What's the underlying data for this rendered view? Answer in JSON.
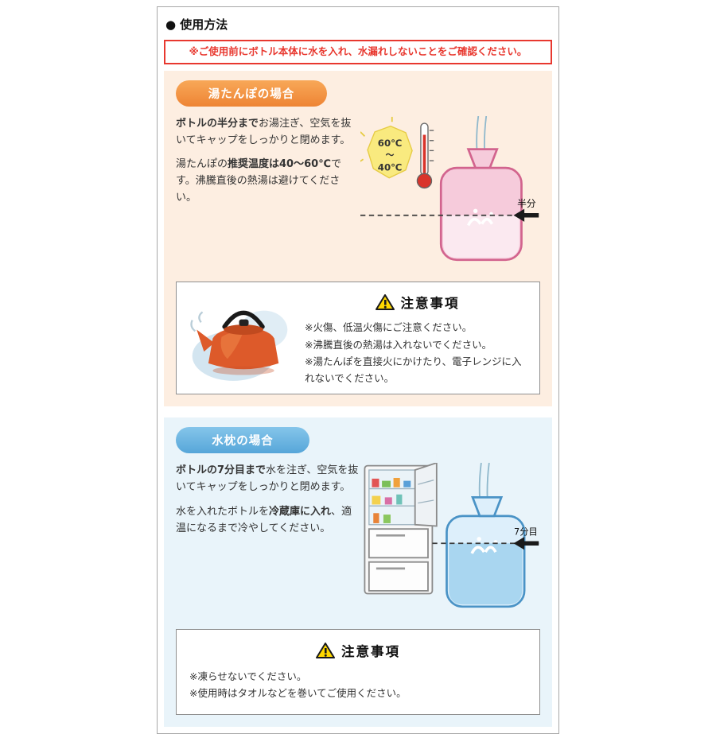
{
  "page": {
    "title": "● 使用方法"
  },
  "notice": "※ご使用前にボトル本体に水を入れ、水漏れしないことをご確認ください。",
  "hot_water": {
    "badge": "湯たんぽの場合",
    "p1_bold": "ボトルの半分まで",
    "p1_rest": "お湯注ぎ、空気を抜いてキャップをしっかりと閉めます。",
    "p2_pre": "湯たんぽの",
    "p2_bold": "推奨温度は40〜60℃",
    "p2_rest": "です。沸騰直後の熱湯は避けてください。",
    "thermo": {
      "top": "60℃",
      "mid": "〜",
      "bottom": "40℃"
    },
    "level_label": "半分",
    "caution": {
      "title": "注意事項",
      "items": [
        "※火傷、低温火傷にご注意ください。",
        "※沸騰直後の熱湯は入れないでください。",
        "※湯たんぽを直接火にかけたり、電子レンジに入れないでください。"
      ]
    }
  },
  "cold_water": {
    "badge": "水枕の場合",
    "p1_bold": "ボトルの7分目まで",
    "p1_rest": "水を注ぎ、空気を抜いてキャップをしっかりと閉めます。",
    "p2_pre": "水を入れたボトルを",
    "p2_bold": "冷蔵庫に入れ",
    "p2_rest": "、適温になるまで冷やしてください。",
    "level_label": "7分目",
    "caution": {
      "title": "注意事項",
      "items": [
        "※凍らせないでください。",
        "※使用時はタオルなどを巻いてご使用ください。"
      ]
    }
  },
  "colors": {
    "notice_red": "#e8382f",
    "hot_badge_orange": "#ee8434",
    "hot_section_bg": "#fdeee1",
    "cold_badge_blue": "#56a6d9",
    "cold_section_bg": "#e9f4fa",
    "warning_yellow": "#ffd800"
  }
}
